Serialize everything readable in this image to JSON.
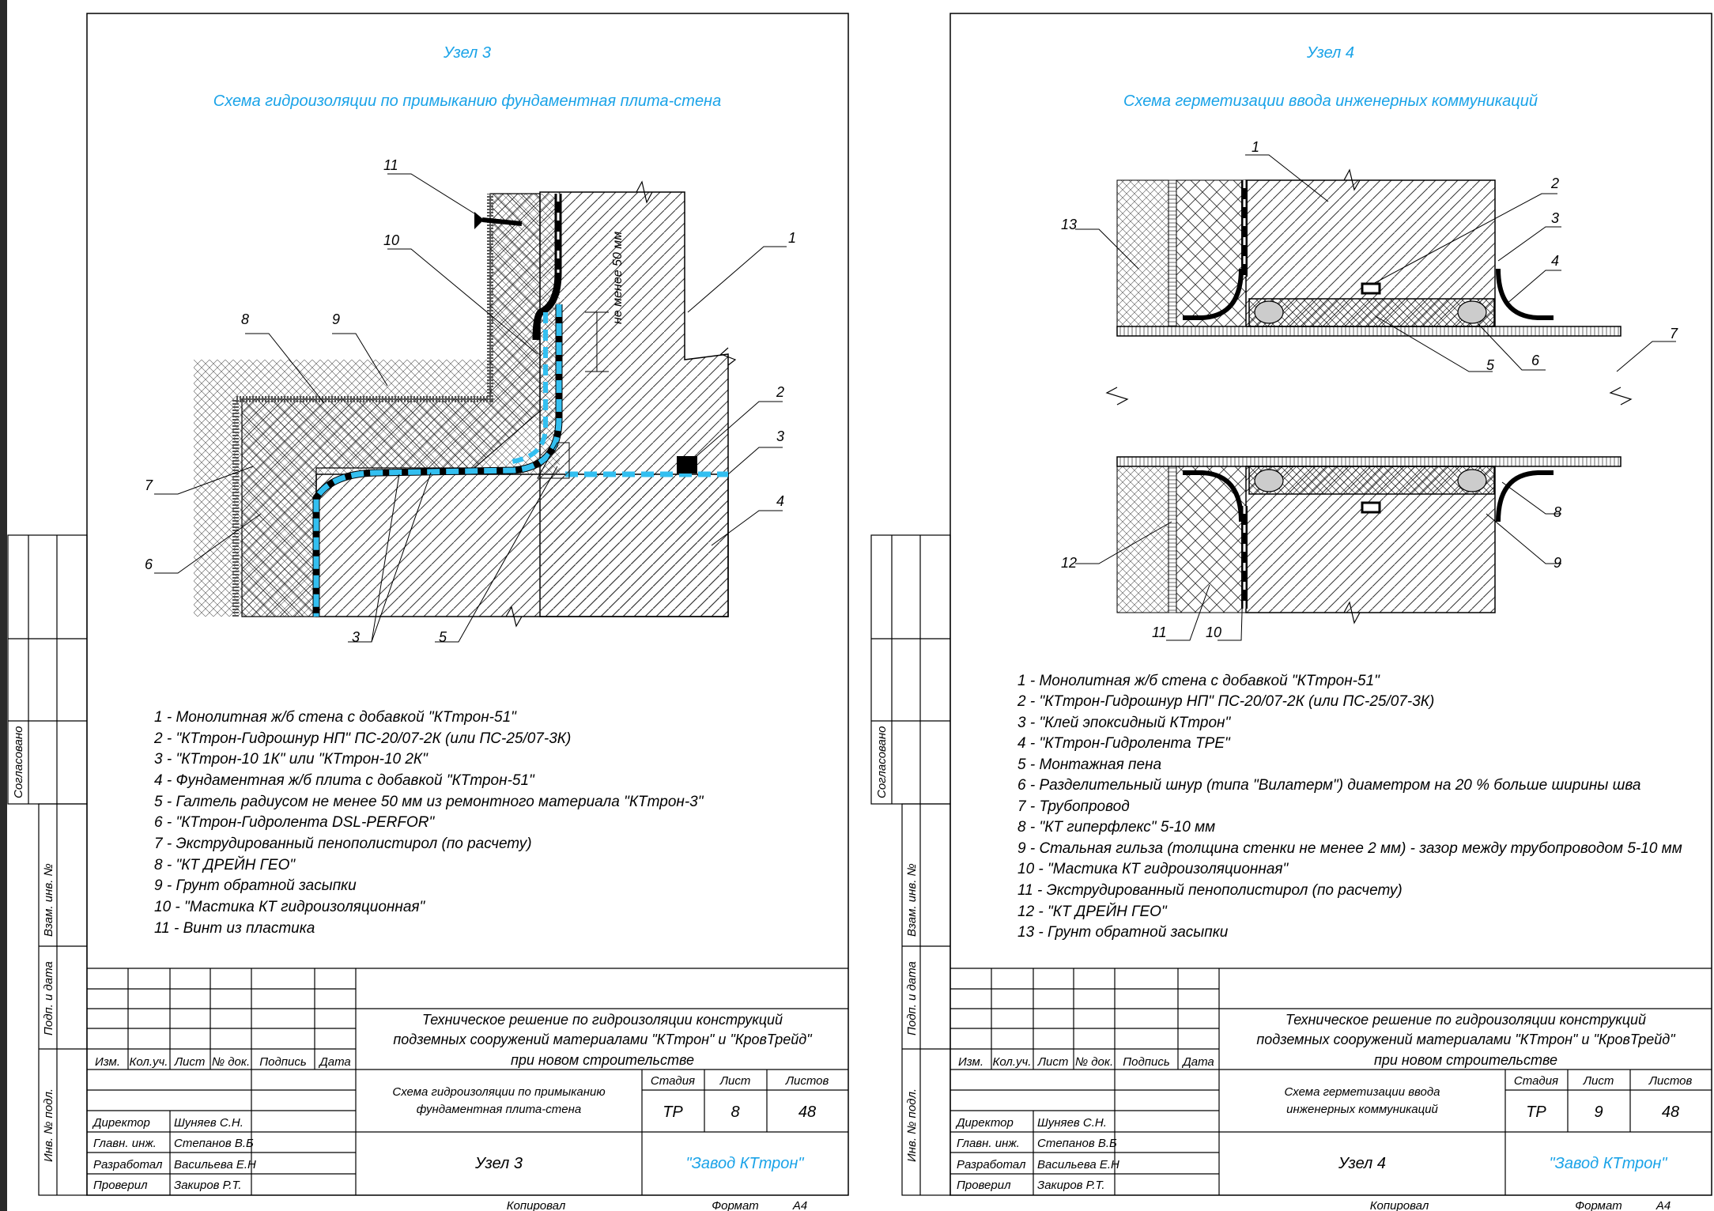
{
  "sheets": [
    {
      "title": "Узел 3",
      "subtitle": "Схема гидроизоляции по примыканию фундаментная плита-стена",
      "dimension_note": "не менее 50 мм",
      "callouts": [
        "1",
        "2",
        "3",
        "4",
        "5",
        "6",
        "7",
        "8",
        "9",
        "10",
        "11",
        "3"
      ],
      "legend": [
        "1 - Монолитная ж/б стена с добавкой \"КТтрон-51\"",
        "2 - \"КТтрон-Гидрошнур НП\" ПС-20/07-2К (или ПС-25/07-3К)",
        "3 - \"КТтрон-10 1К\" или \"КТтрон-10 2К\"",
        "4 - Фундаментная  ж/б плита с добавкой \"КТтрон-51\"",
        "5 - Галтель радиусом не менее 50 мм из ремонтного материала \"КТтрон-3\"",
        "6 - \"КТтрон-Гидролента DSL-PERFOR\"",
        "7 - Экструдированный пенополистирол (по расчету)",
        "8 - \"КТ ДРЕЙН ГЕО\"",
        "9 - Грунт обратной засыпки",
        "10 - \"Мастика КТ гидроизоляционная\"",
        "11 - Винт из пластика"
      ],
      "stamp": {
        "project": [
          "Техническое решение по гидроизоляции конструкций",
          "подземных сооружений материалами \"КТтрон\" и \"КровТрейд\"",
          "при новом строительстве"
        ],
        "sheet_name": [
          "Схема гидроизоляции по примыканию",
          "фундаментная плита-стена"
        ],
        "stage": "ТР",
        "sheet": "8",
        "sheets": "48",
        "node": "Узел 3",
        "company": "\"Завод КТтрон\""
      }
    },
    {
      "title": "Узел 4",
      "subtitle": "Схема герметизации ввода инженерных коммуникаций",
      "callouts": [
        "1",
        "2",
        "3",
        "4",
        "5",
        "6",
        "7",
        "8",
        "9",
        "10",
        "11",
        "12",
        "13"
      ],
      "legend": [
        "1 - Монолитная ж/б стена с добавкой \"КТтрон-51\"",
        "2 - \"КТтрон-Гидрошнур НП\" ПС-20/07-2К (или ПС-25/07-3К)",
        "3 - \"Клей эпоксидный КТтрон\"",
        "4 - \"КТтрон-Гидролента TPE\"",
        "5 - Монтажная пена",
        "6 - Разделительный шнур (типа \"Вилатерм\") диаметром на 20 % больше ширины шва",
        "7 - Трубопровод",
        "8 - \"КТ гиперфлекс\" 5-10 мм",
        "9 - Стальная гильза (толщина стенки не менее 2 мм) - зазор между трубопроводом 5-10 мм",
        "10 - \"Мастика КТ гидроизоляционная\"",
        "11 - Экструдированный пенополистирол (по расчету)",
        "12 - \"КТ ДРЕЙН ГЕО\"",
        "13 - Грунт обратной засыпки"
      ],
      "stamp": {
        "project": [
          "Техническое решение по гидроизоляции конструкций",
          "подземных сооружений материалами \"КТтрон\" и \"КровТрейд\"",
          "при новом строительстве"
        ],
        "sheet_name": [
          "Схема герметизации ввода",
          "инженерных коммуникаций"
        ],
        "stage": "ТР",
        "sheet": "9",
        "sheets": "48",
        "node": "Узел 4",
        "company": "\"Завод КТтрон\""
      }
    }
  ],
  "side_labels": {
    "agreed": "Согласовано",
    "swap_inv": "Взам. инв. №",
    "sign_date": "Подп. и дата",
    "inv_orig": "Инв. № подл."
  },
  "stamp_headers": {
    "izm": "Изм.",
    "kol": "Кол.уч.",
    "list": "Лист",
    "doc": "№ док.",
    "sign": "Подпись",
    "date": "Дата",
    "stage_h": "Стадия",
    "sheet_h": "Лист",
    "sheets_h": "Листов"
  },
  "people": [
    {
      "role": "Директор",
      "name": "Шуняев С.Н."
    },
    {
      "role": "Главн. инж.",
      "name": "Степанов В.Б"
    },
    {
      "role": "Разработал",
      "name": "Васильева Е.Н"
    },
    {
      "role": "Проверил",
      "name": "Закиров Р.Т."
    }
  ],
  "footer": {
    "copied": "Копировал",
    "format_label": "Формат",
    "format_value": "А4"
  },
  "colors": {
    "accent": "#1aa3e8",
    "ink": "#000000"
  }
}
